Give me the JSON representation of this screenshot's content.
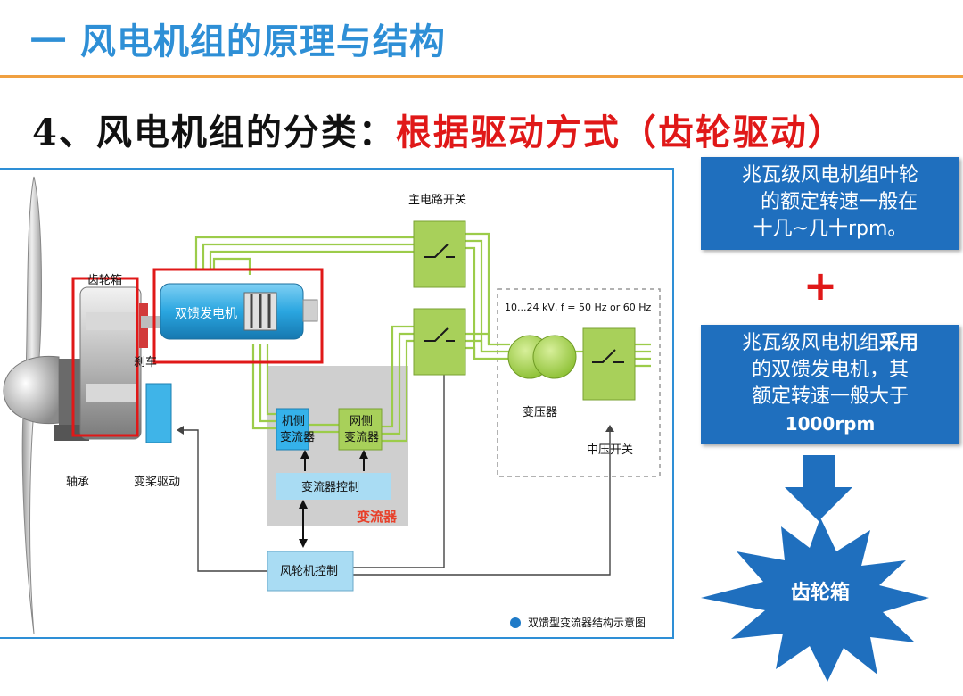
{
  "header": {
    "title": "一 风电机组的原理与结构"
  },
  "subtitle": {
    "prefix": "4、风电机组的分类：",
    "highlight": "根据驱动方式（齿轮驱动）"
  },
  "diagram": {
    "labels": {
      "gearbox": "齿轮箱",
      "brake": "刹车",
      "dfig": "双馈发电机",
      "bearing": "轴承",
      "pitch_drive": "变桨驱动",
      "main_switch": "主电路开关",
      "machine_side_converter_l1": "机侧",
      "machine_side_converter_l2": "变流器",
      "grid_side_converter_l1": "网侧",
      "grid_side_converter_l2": "变流器",
      "converter_control": "变流器控制",
      "converter_group": "变流器",
      "turbine_control": "风轮机控制",
      "voltage_spec": "10...24 kV, f = 50 Hz or 60 Hz",
      "transformer": "变压器",
      "mv_switch": "中压开关",
      "caption": "双馈型变流器结构示意图"
    },
    "colors": {
      "wire": "#9ccc4a",
      "box_green": "#a8d05a",
      "converter_bg": "#cfcfcf",
      "highlight_red": "#e01818",
      "generator_blue": "#2aa6e0"
    }
  },
  "side_notes": {
    "box1_lines": [
      "兆瓦级风电机组叶轮",
      "的额定转速一般在",
      "十几~几十rpm。"
    ],
    "plus": "+",
    "box2_line1_normal": "兆瓦级风电机组",
    "box2_line1_bold": "采用",
    "box2_line2": "的双馈发电机，其",
    "box2_line3": "额定转速一般大于",
    "box2_line4": "1000rpm",
    "burst_label": "齿轮箱"
  }
}
